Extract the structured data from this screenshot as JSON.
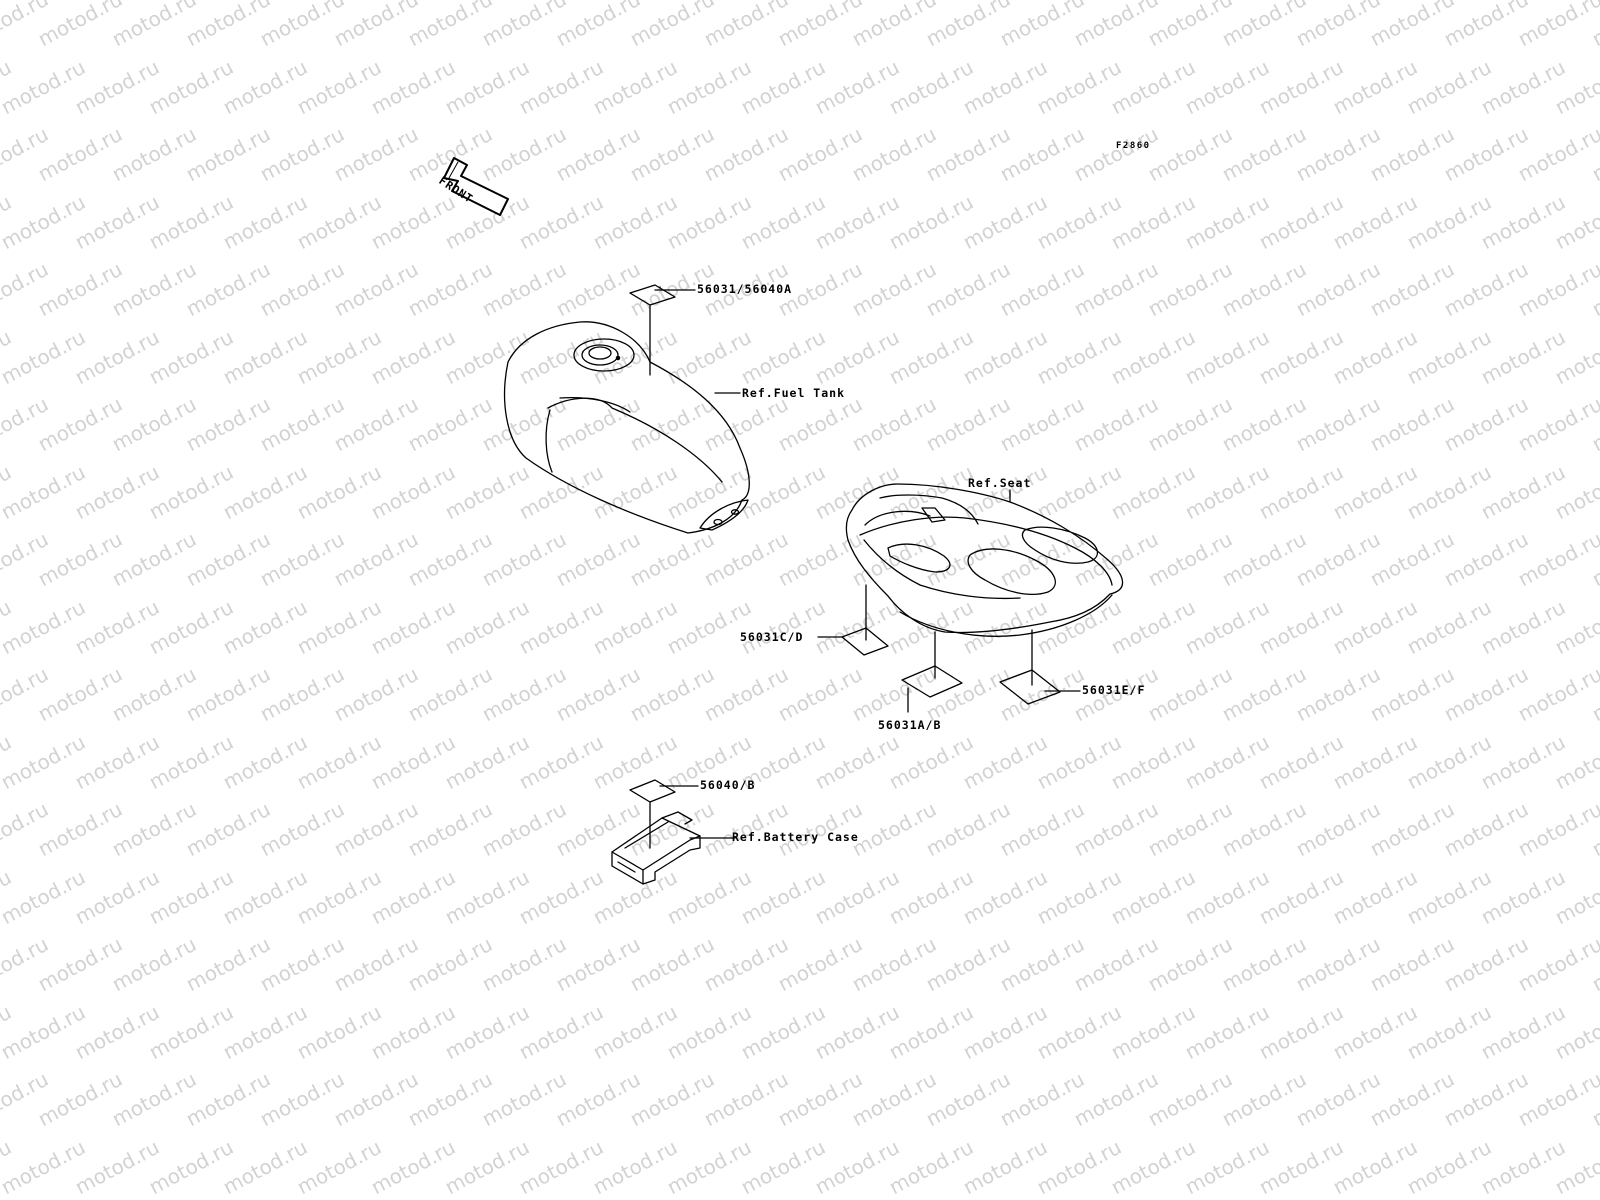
{
  "figure_code": "F2860",
  "front_arrow": {
    "label": "FRONT",
    "icon": "front-arrow-icon"
  },
  "labels": {
    "part_56031_56040A": "56031/56040A",
    "ref_fuel_tank": "Ref.Fuel Tank",
    "ref_seat": "Ref.Seat",
    "part_56031CD": "56031C/D",
    "part_56031AB": "56031A/B",
    "part_56031EF": "56031E/F",
    "part_56040B": "56040/B",
    "ref_battery_case": "Ref.Battery Case"
  },
  "watermark": "motod.ru",
  "colors": {
    "line": "#000000",
    "watermark": "#c4c4c4",
    "background": "#ffffff"
  }
}
